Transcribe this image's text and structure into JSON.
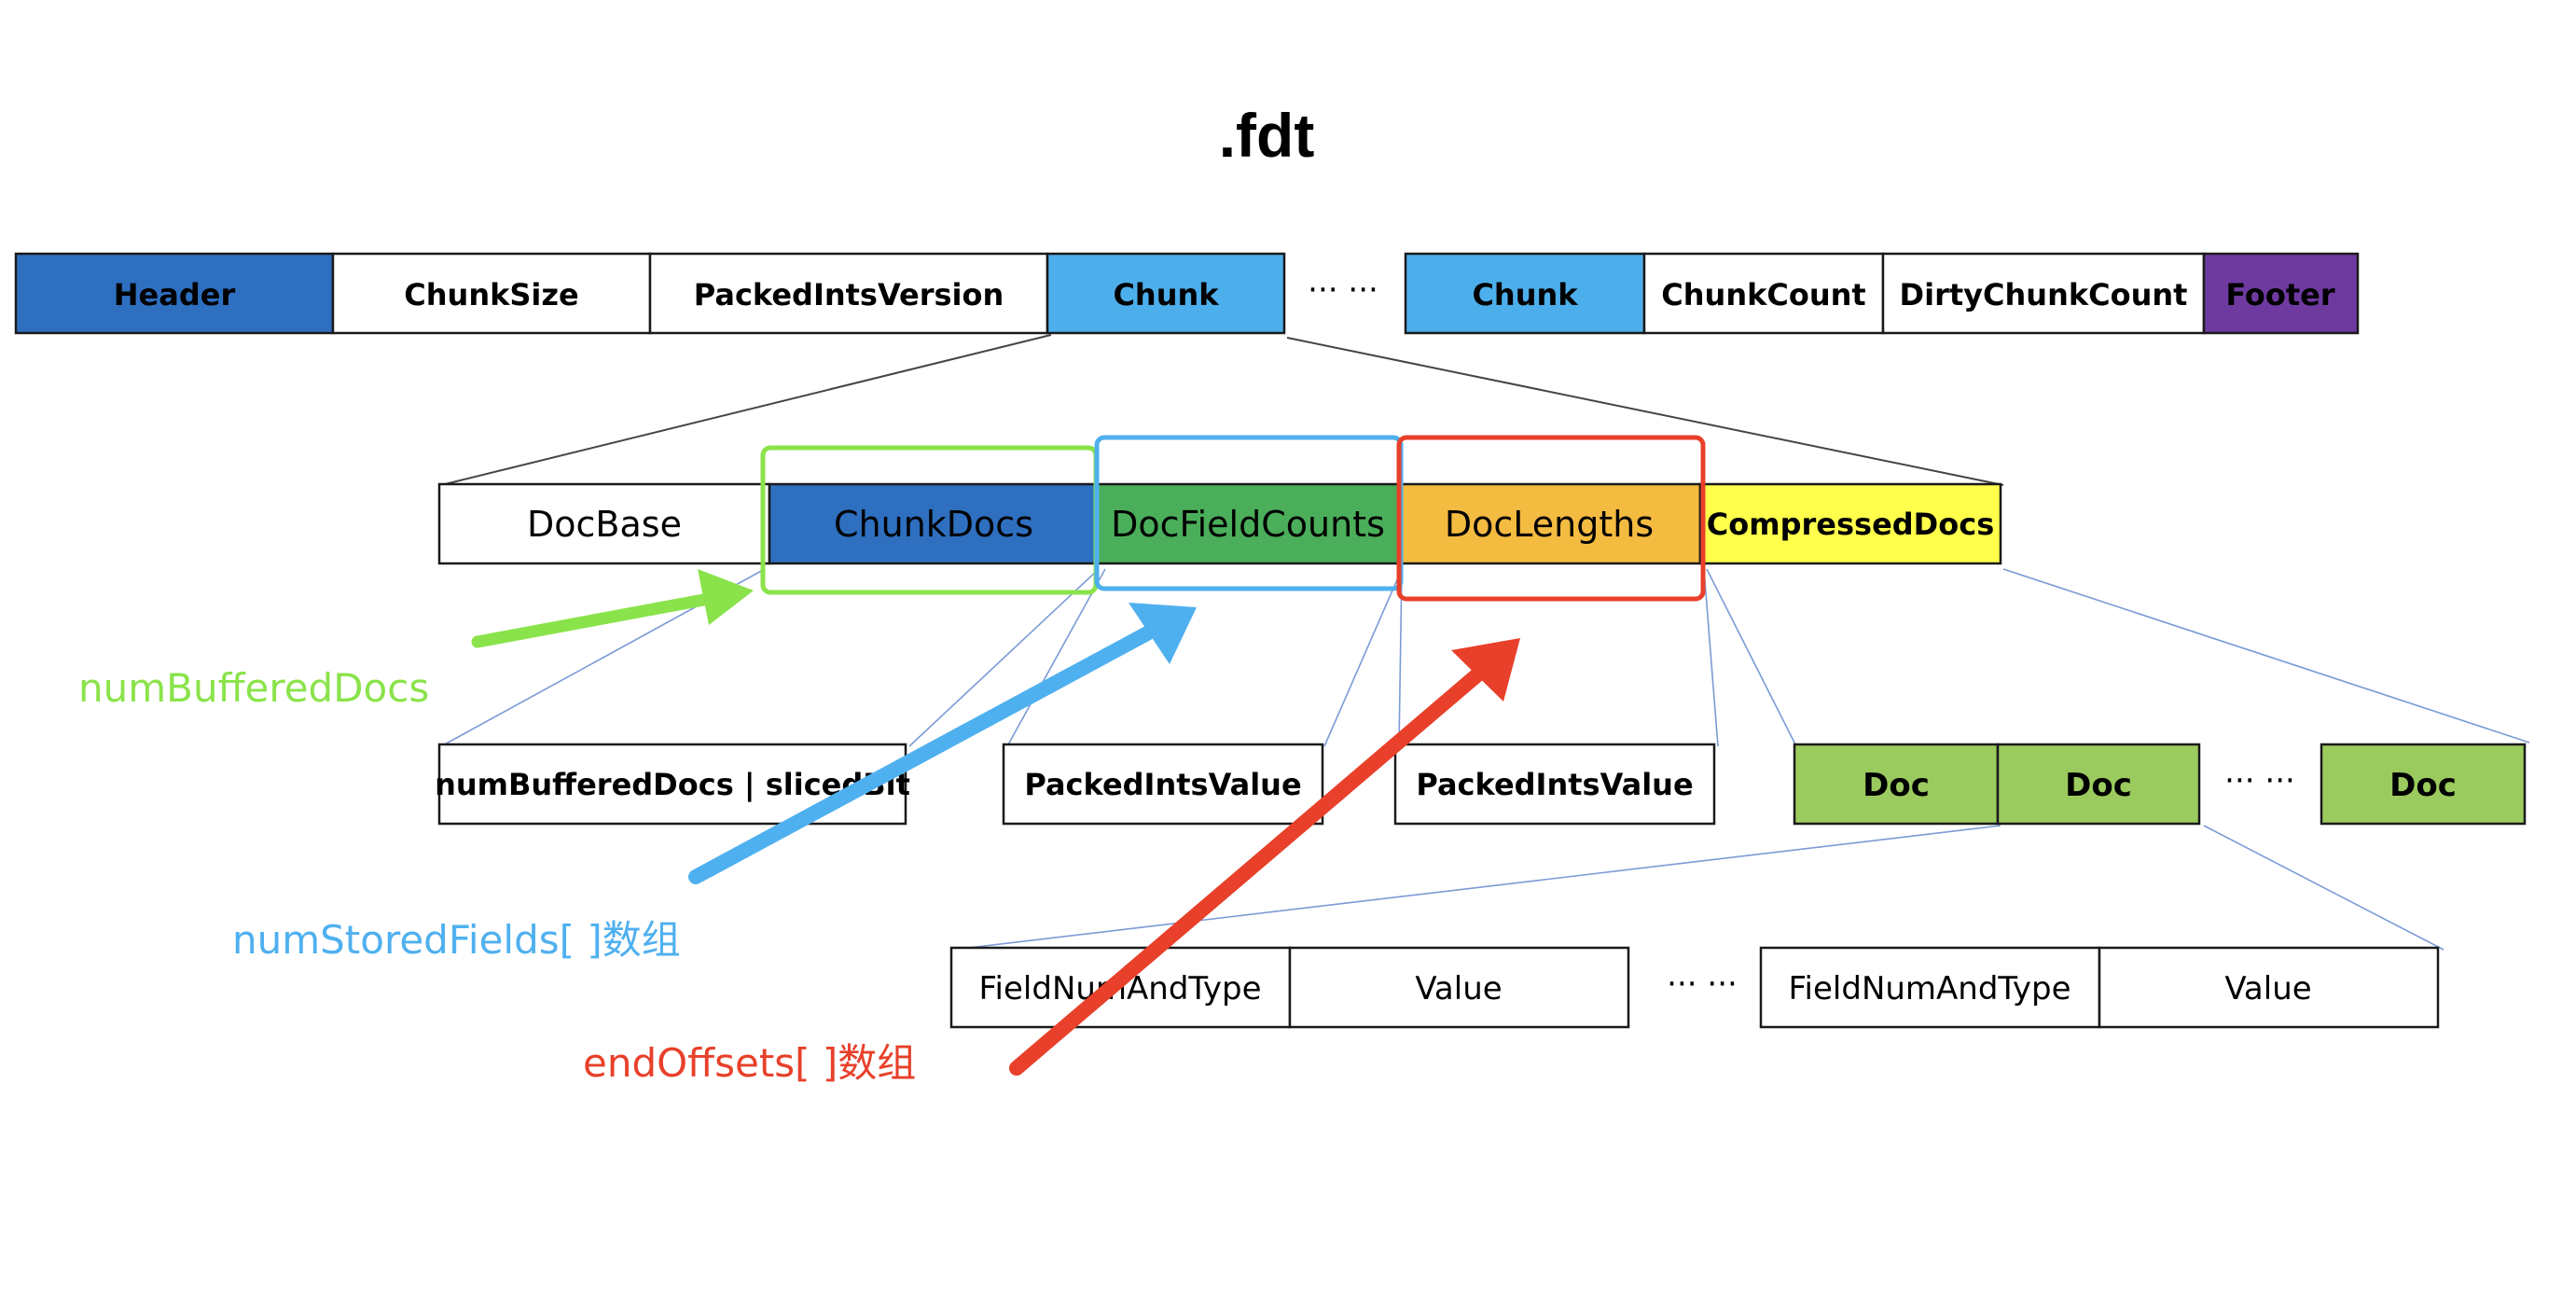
{
  "title": ".fdt",
  "top_row": {
    "header": "Header",
    "chunk_size": "ChunkSize",
    "packed_ints_version": "PackedIntsVersion",
    "chunk_1": "Chunk",
    "ellipsis": "···  ···",
    "chunk_2": "Chunk",
    "chunk_count": "ChunkCount",
    "dirty_chunk_count": "DirtyChunkCount",
    "footer": "Footer"
  },
  "chunk_row": {
    "doc_base": "DocBase",
    "chunk_docs": "ChunkDocs",
    "doc_field_counts": "DocFieldCounts",
    "doc_lengths": "DocLengths",
    "compressed_docs": "CompressedDocs"
  },
  "detail_row": {
    "num_buffered_docs_sliced": "numBufferedDocs | slicedBit",
    "packed_ints_value_1": "PackedIntsValue",
    "packed_ints_value_2": "PackedIntsValue",
    "doc_1": "Doc",
    "doc_2": "Doc",
    "ellipsis": "···  ···",
    "doc_3": "Doc"
  },
  "field_row": {
    "field_num_and_type_1": "FieldNumAndType",
    "value_1": "Value",
    "ellipsis": "···  ···",
    "field_num_and_type_2": "FieldNumAndType",
    "value_2": "Value"
  },
  "annotations": {
    "num_buffered_docs": "numBufferedDocs",
    "num_stored_fields": "numStoredFields[ ]数组",
    "end_offsets": "endOffsets[ ]数组"
  },
  "colors": {
    "header": "#2e6fc0",
    "chunk": "#4caeea",
    "footer": "#6f3aa0",
    "chunk_docs": "#2e6fc0",
    "doc_field_counts": "#4aae5a",
    "doc_lengths": "#f4bb41",
    "compressed_docs": "#ffff4c",
    "doc": "#9bcb5e",
    "green_highlight": "#8ae34a",
    "blue_highlight": "#4fb0ef",
    "red_highlight": "#e8402a"
  }
}
